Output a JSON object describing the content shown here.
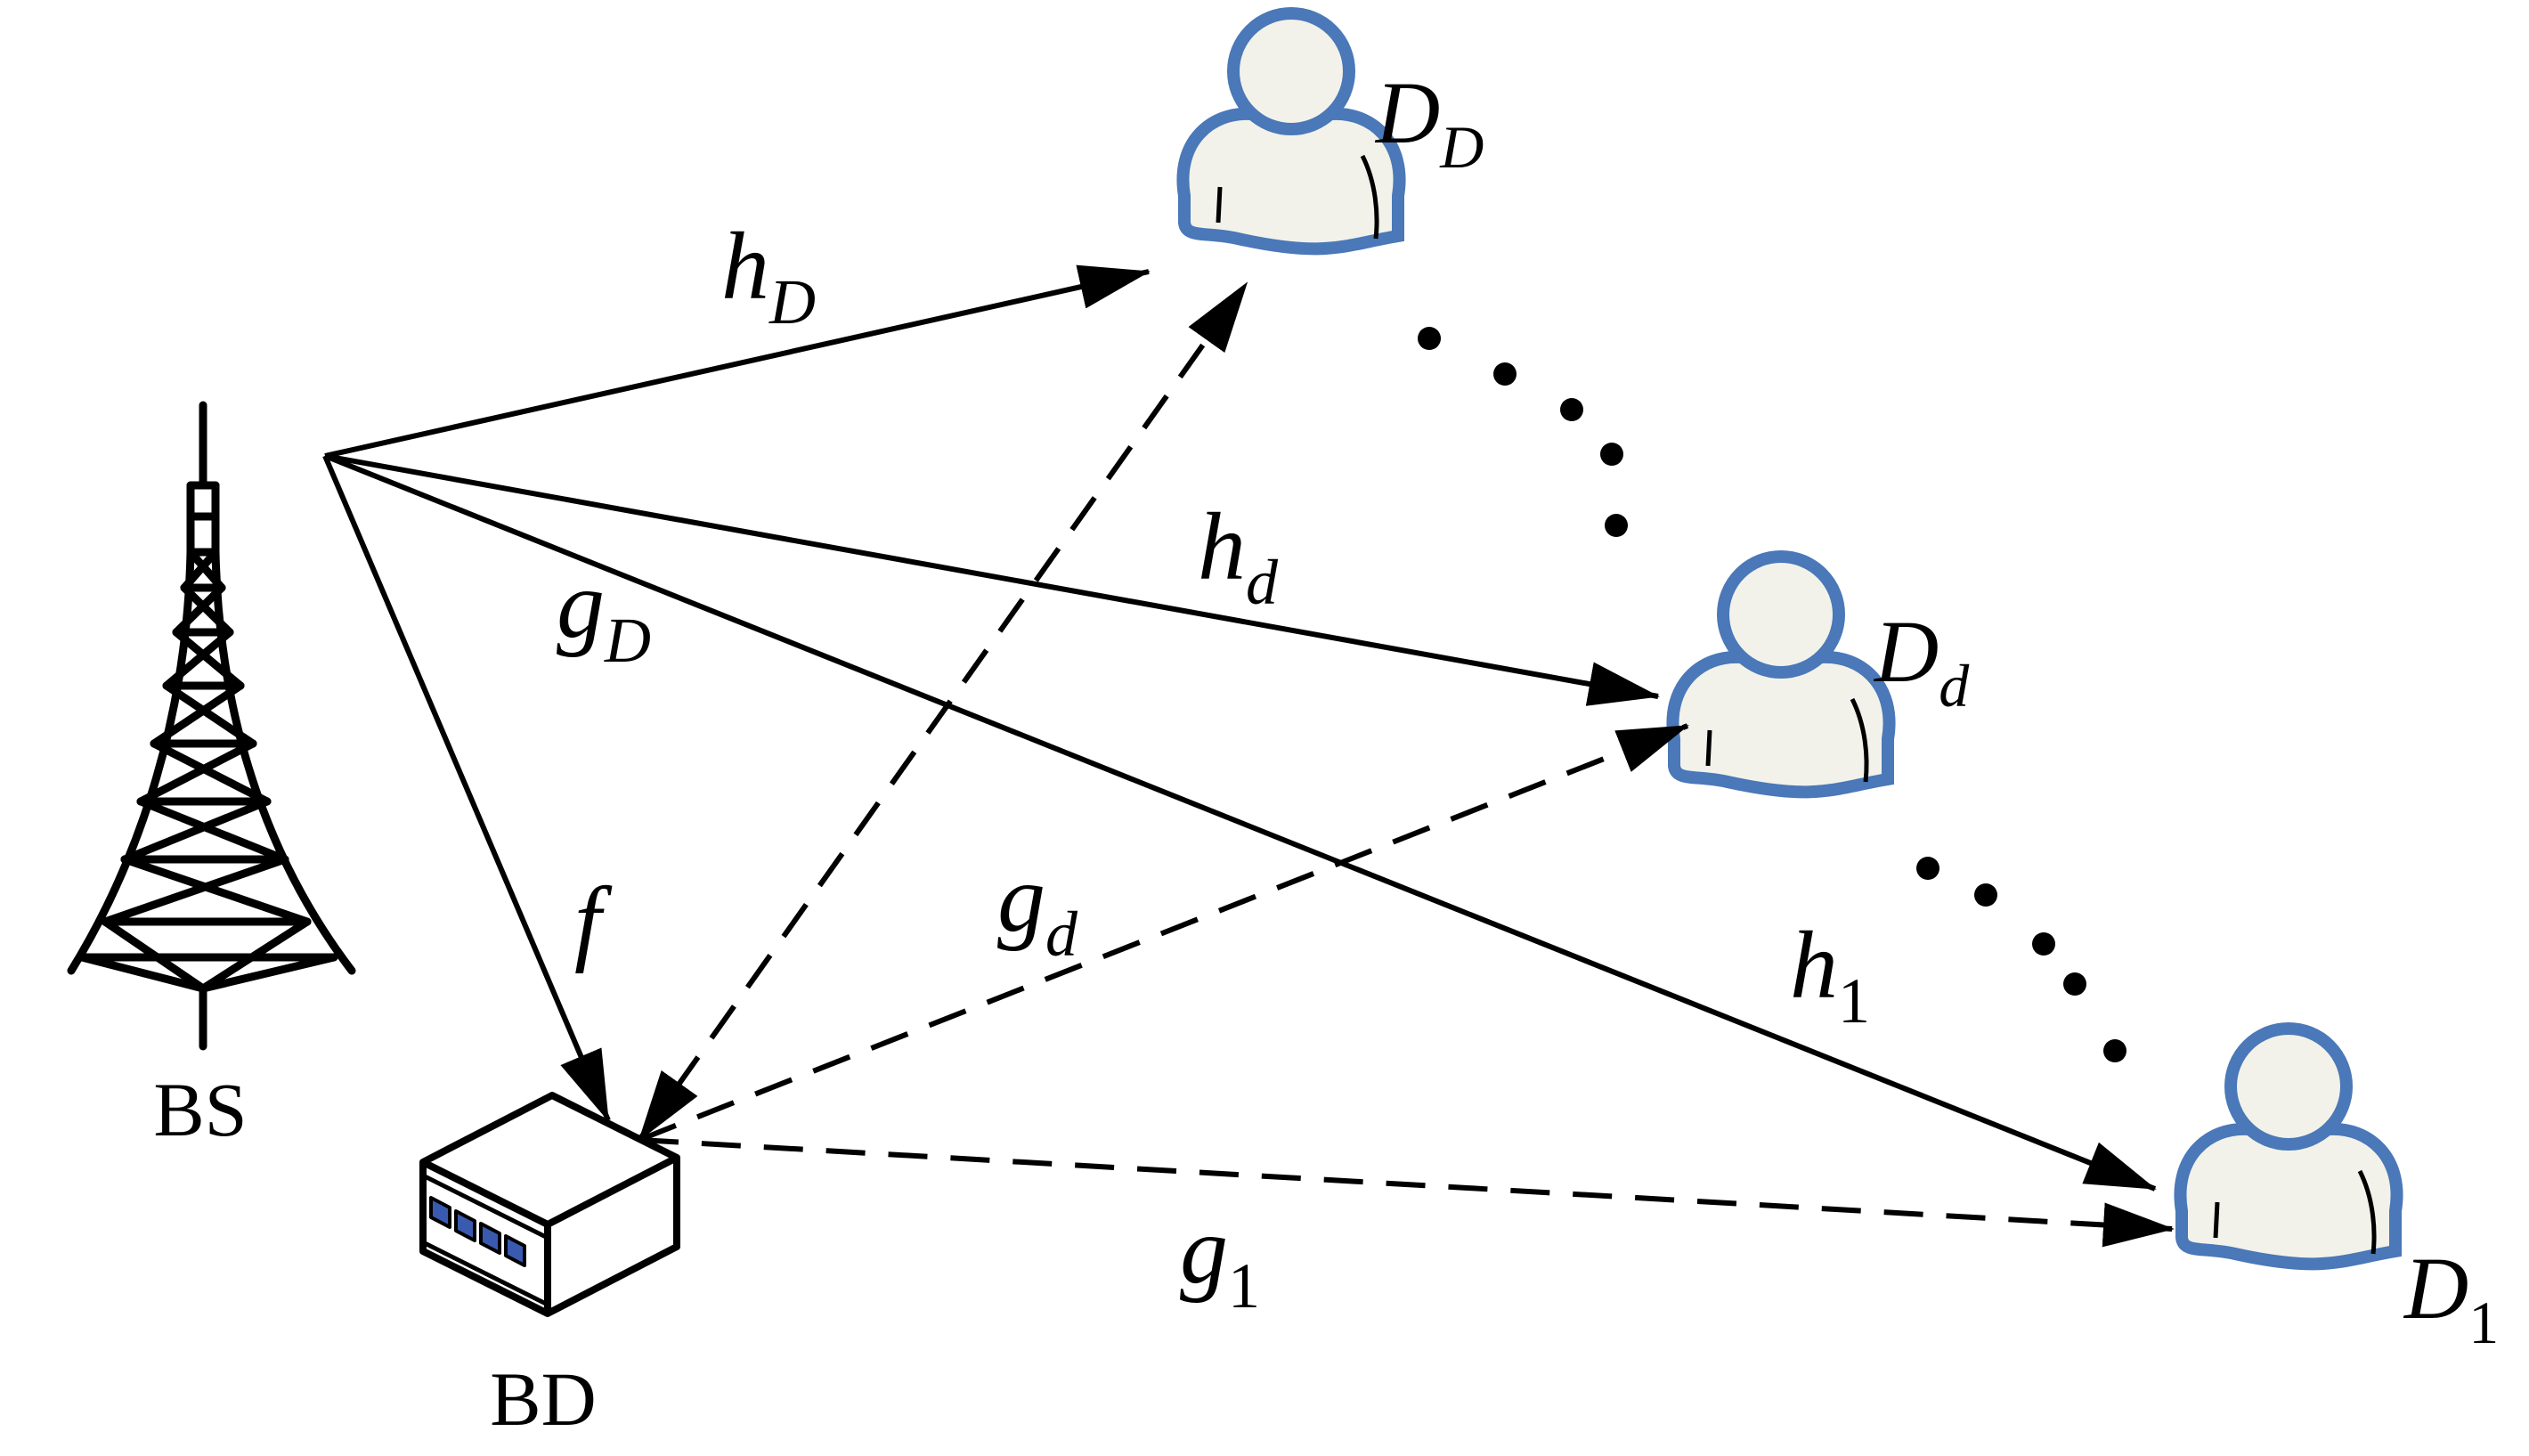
{
  "nodes": {
    "bs_label": "BS",
    "bd_label": "BD",
    "users": [
      {
        "main": "D",
        "sub": "D"
      },
      {
        "main": "D",
        "sub": "d"
      },
      {
        "main": "D",
        "sub": "1"
      }
    ]
  },
  "links": {
    "h_D": {
      "main": "h",
      "sub": "D"
    },
    "h_d": {
      "main": "h",
      "sub": "d"
    },
    "h_1": {
      "main": "h",
      "sub": "1"
    },
    "g_D": {
      "main": "g",
      "sub": "D"
    },
    "g_d": {
      "main": "g",
      "sub": "d"
    },
    "g_1": {
      "main": "g",
      "sub": "1"
    },
    "f": "f"
  },
  "colors": {
    "user_outline": "#4a78b8",
    "user_fill": "#f2f2ea",
    "screen_blue": "#3a5ab0",
    "stroke": "#000000"
  },
  "icons": [
    "tower-icon",
    "backscatter-device-icon",
    "user-icon"
  ]
}
